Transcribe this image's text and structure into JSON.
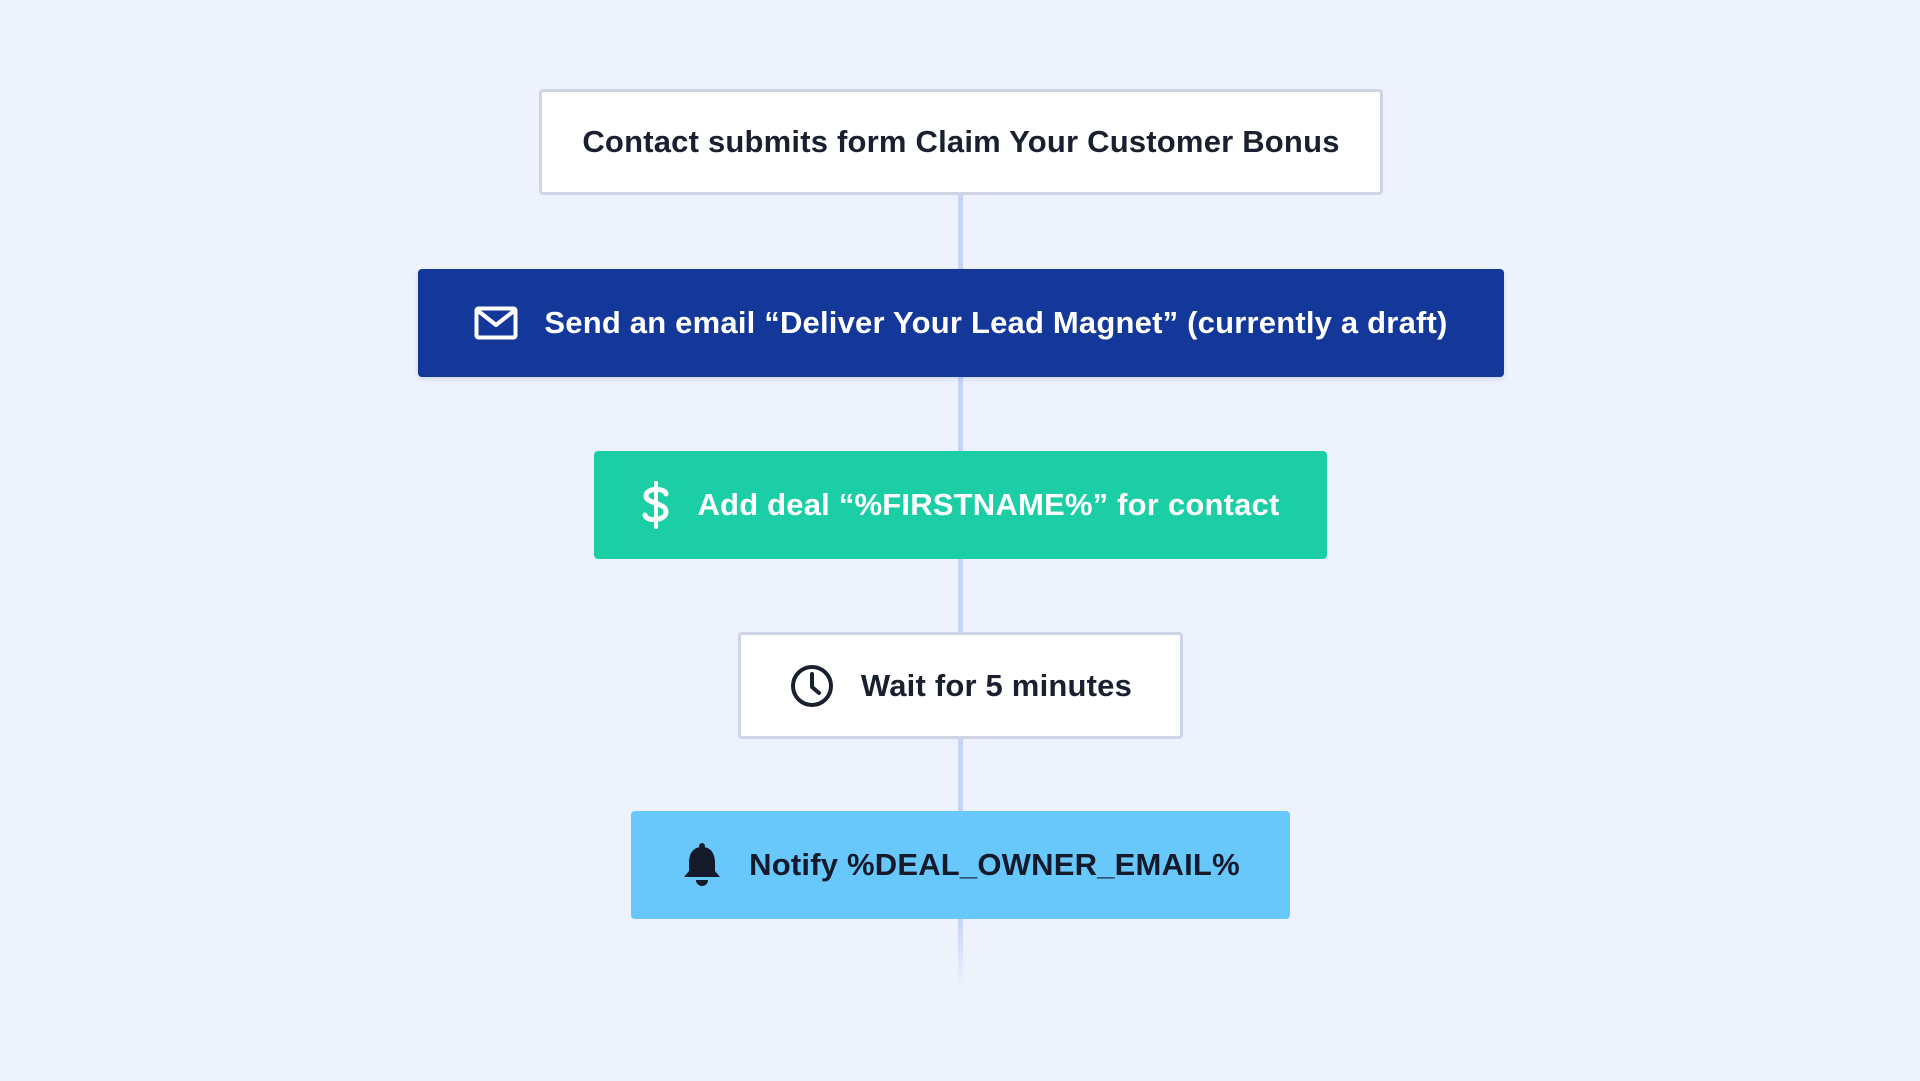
{
  "workflow": {
    "steps": [
      {
        "type": "trigger",
        "label": "Contact submits form Claim Your Customer Bonus",
        "icon": null
      },
      {
        "type": "send-email",
        "label": "Send an email “Deliver Your Lead Magnet” (currently a draft)",
        "icon": "envelope-icon",
        "color": "#13389a"
      },
      {
        "type": "add-deal",
        "label": "Add deal “%FIRSTNAME%” for contact",
        "icon": "dollar-icon",
        "color": "#1ccea5"
      },
      {
        "type": "wait",
        "label": "Wait for 5 minutes",
        "icon": "clock-icon"
      },
      {
        "type": "notify",
        "label": "Notify %DEAL_OWNER_EMAIL%",
        "icon": "bell-icon",
        "color": "#68c8fb"
      }
    ]
  },
  "colors": {
    "background": "#eef2fd",
    "connector": "#c6d4f6"
  }
}
